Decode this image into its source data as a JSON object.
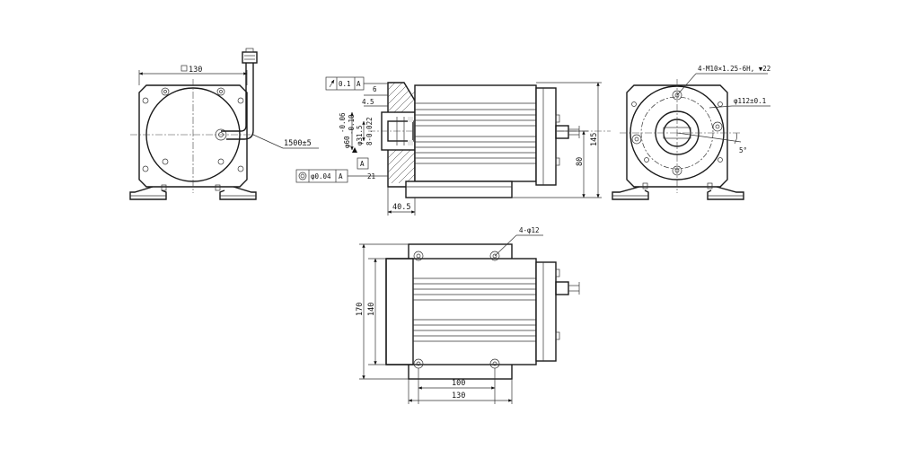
{
  "front_view": {
    "square_size": "130",
    "cable_length": "1500±5"
  },
  "side_view": {
    "runout_tol": "0.1",
    "runout_datum": "A",
    "dim_6": "6",
    "dim_4_5": "4.5",
    "dim_shaft": "φ60",
    "dim_shaft_tol_up": "-0.06",
    "dim_shaft_tol_lo": "-0.10",
    "dim_bore": "φ31.5",
    "dim_bore_tol": "8-0.022",
    "datum_label": "A",
    "concentric_tol": "φ0.04",
    "concentric_datum": "A",
    "dim_21": "21",
    "dim_40_5": "40.5",
    "dim_80": "80",
    "dim_145": "145"
  },
  "end_view": {
    "thread_callout": "4-M10×1.25-6H, ▼22",
    "pcd_callout": "φ112±0.1",
    "angle_callout": "5°"
  },
  "top_view": {
    "hole_callout": "4-φ12",
    "dim_170": "170",
    "dim_140": "140",
    "dim_100": "100",
    "dim_130": "130"
  }
}
